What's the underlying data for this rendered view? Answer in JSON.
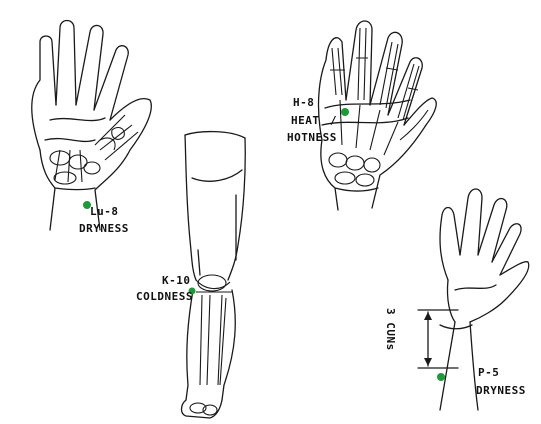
{
  "colors": {
    "point": "#1e9a3a",
    "ink": "#1a1a1a",
    "background": "#ffffff"
  },
  "points": [
    {
      "code": "Lu-8",
      "quality": "DRYNESS"
    },
    {
      "code": "H-8",
      "quality_1": "HEAT",
      "quality_2": "HOTNESS",
      "separator": "/"
    },
    {
      "code": "K-10",
      "quality": "COLDNESS"
    },
    {
      "code": "P-5",
      "quality": "DRYNESS",
      "measure": "3 CUNs"
    }
  ]
}
